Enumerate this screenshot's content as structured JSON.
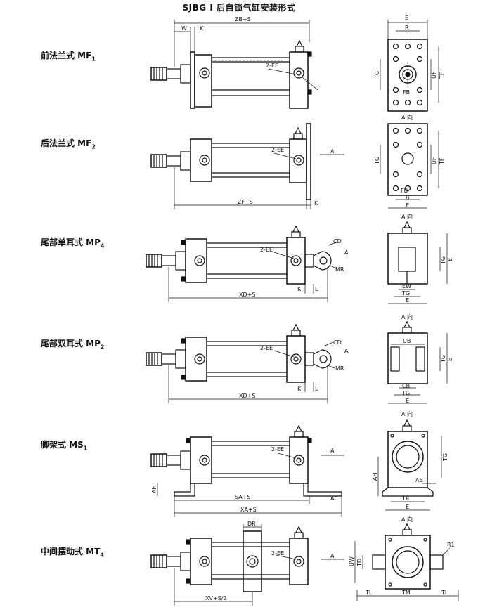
{
  "title": "SJBG Ⅰ 后自锁气缸安装形式",
  "rows": [
    {
      "label": "前法兰式 MF",
      "sub": "1"
    },
    {
      "label": "后法兰式 MF",
      "sub": "2"
    },
    {
      "label": "尾部单耳式 MP",
      "sub": "4"
    },
    {
      "label": "尾部双耳式 MP",
      "sub": "2"
    },
    {
      "label": "脚架式 MS",
      "sub": "1"
    },
    {
      "label": "中间摆动式 MT",
      "sub": "4"
    }
  ],
  "dims": {
    "r1": {
      "w": "W",
      "k": "K",
      "zb": "ZB+S",
      "port": "2-EE",
      "e": "E",
      "r": "R",
      "tg": "TG",
      "uf": "UF",
      "tf": "TF",
      "fb": "FB"
    },
    "r2": {
      "zf": "ZF+S",
      "k": "K",
      "port": "2-EE",
      "a": "A",
      "a_dir": "A 向",
      "tg": "TG",
      "uf": "UF",
      "tf": "TF",
      "r": "R",
      "e": "E",
      "fb": "FB"
    },
    "r3": {
      "port": "2-EE",
      "cd": "CD",
      "mr": "MR",
      "a": "A",
      "k": "K",
      "l": "L",
      "xd": "XD+S",
      "a_dir": "A 向",
      "tg": "TG",
      "e": "E",
      "ew": "EW"
    },
    "r4": {
      "port": "2-EE",
      "cd": "CD",
      "mr": "MR",
      "a": "A",
      "k": "K",
      "l": "L",
      "xd": "XD+S",
      "a_dir": "A 向",
      "ub": "UB",
      "tg": "TG",
      "e": "E",
      "cb": "CB"
    },
    "r5": {
      "port": "2-EE",
      "a": "A",
      "ah_l": "AH",
      "sa": "SA+S",
      "xa": "XA+S",
      "ac": "AC",
      "a_dir": "A 向",
      "tg": "TG",
      "ah": "AH",
      "ab": "AB",
      "tr": "TR",
      "e": "E"
    },
    "r6": {
      "dr": "DR",
      "port": "2-EE",
      "a": "A",
      "xv": "XV+S/2",
      "a_dir": "A 向",
      "uw": "UW",
      "td": "TD",
      "tl1": "TL",
      "tm": "TM",
      "tl2": "TL",
      "rd": "R1"
    }
  }
}
